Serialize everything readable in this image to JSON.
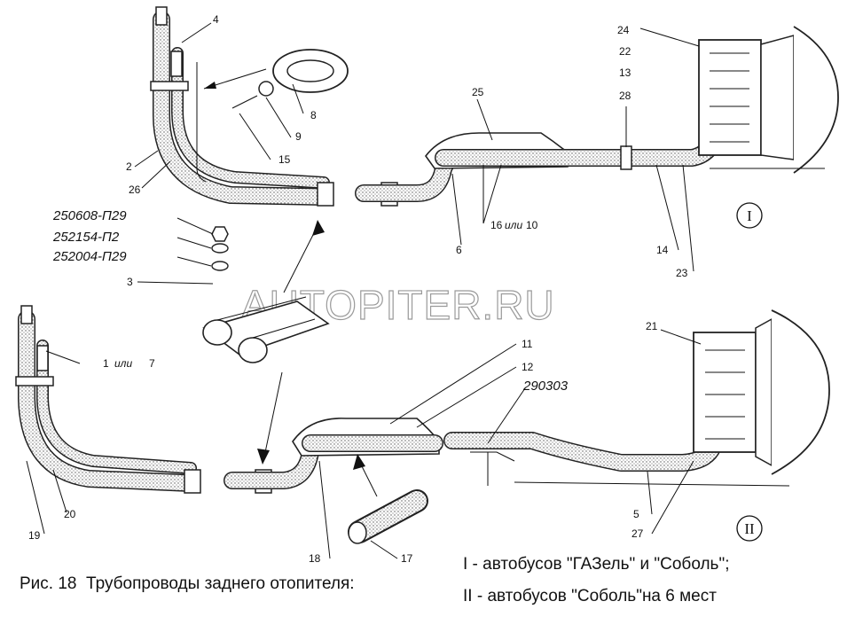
{
  "watermark": "AUTOPITER.RU",
  "caption": {
    "figure": "Рис. 18",
    "title": "Трубопроводы заднего отопителя:",
    "line1": "I - автобусов \"ГАЗель\" и \"Соболь\";",
    "line2": "II - автобусов \"Соболь\"на 6 мест"
  },
  "views": {
    "top": "I",
    "bottom": "II"
  },
  "callouts": {
    "c1": "1",
    "ili1": "или",
    "c7": "7",
    "c2": "2",
    "c3": "3",
    "c4": "4",
    "c5": "5",
    "c6": "6",
    "c8": "8",
    "c9": "9",
    "c11": "11",
    "c12": "12",
    "c13": "13",
    "c14": "14",
    "c15": "15",
    "c16": "16",
    "ili16": "или",
    "c10": "10",
    "c17": "17",
    "c18": "18",
    "c19": "19",
    "c20": "20",
    "c21": "21",
    "c22": "22",
    "c23": "23",
    "c24": "24",
    "c25": "25",
    "c26": "26",
    "c27": "27",
    "c28": "28"
  },
  "parts": {
    "nut": "250608-П29",
    "washer1": "252154-П2",
    "washer2": "252004-П29",
    "p290303": "290303"
  }
}
